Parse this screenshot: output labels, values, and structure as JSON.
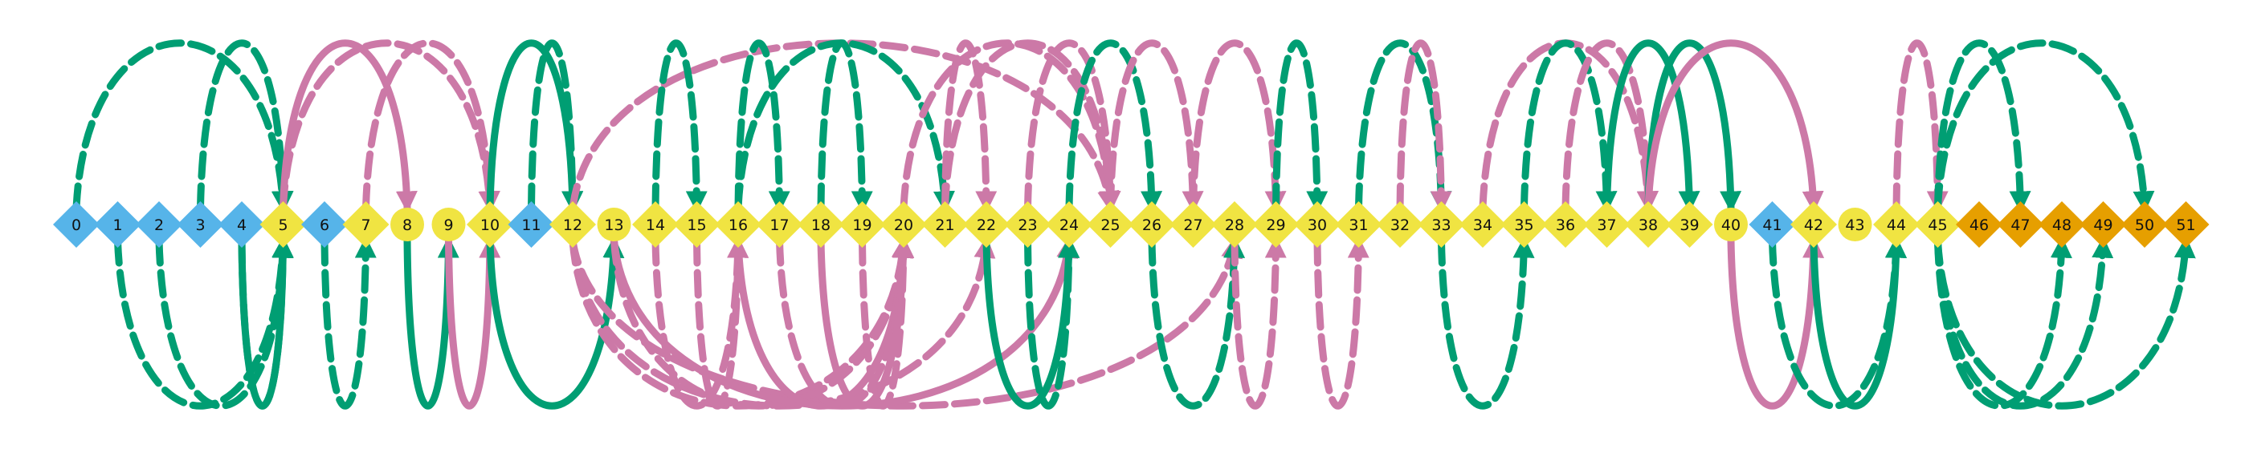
{
  "colors": {
    "input": "#56b4e9",
    "intermediate": "#f0e442",
    "output": "#e69f00",
    "green_edge": "#009e73",
    "pink_edge": "#cc79a7"
  },
  "nodes": [
    {
      "label": "0",
      "shape": "diamond",
      "kind": "input"
    },
    {
      "label": "1",
      "shape": "diamond",
      "kind": "input"
    },
    {
      "label": "2",
      "shape": "diamond",
      "kind": "input"
    },
    {
      "label": "3",
      "shape": "diamond",
      "kind": "input"
    },
    {
      "label": "4",
      "shape": "diamond",
      "kind": "input"
    },
    {
      "label": "5",
      "shape": "diamond",
      "kind": "intermediate"
    },
    {
      "label": "6",
      "shape": "diamond",
      "kind": "input"
    },
    {
      "label": "7",
      "shape": "diamond",
      "kind": "intermediate"
    },
    {
      "label": "8",
      "shape": "circle",
      "kind": "intermediate"
    },
    {
      "label": "9",
      "shape": "circle",
      "kind": "intermediate"
    },
    {
      "label": "10",
      "shape": "diamond",
      "kind": "intermediate"
    },
    {
      "label": "11",
      "shape": "diamond",
      "kind": "input"
    },
    {
      "label": "12",
      "shape": "diamond",
      "kind": "intermediate"
    },
    {
      "label": "13",
      "shape": "circle",
      "kind": "intermediate"
    },
    {
      "label": "14",
      "shape": "diamond",
      "kind": "intermediate"
    },
    {
      "label": "15",
      "shape": "diamond",
      "kind": "intermediate"
    },
    {
      "label": "16",
      "shape": "diamond",
      "kind": "intermediate"
    },
    {
      "label": "17",
      "shape": "diamond",
      "kind": "intermediate"
    },
    {
      "label": "18",
      "shape": "diamond",
      "kind": "intermediate"
    },
    {
      "label": "19",
      "shape": "diamond",
      "kind": "intermediate"
    },
    {
      "label": "20",
      "shape": "diamond",
      "kind": "intermediate"
    },
    {
      "label": "21",
      "shape": "diamond",
      "kind": "intermediate"
    },
    {
      "label": "22",
      "shape": "diamond",
      "kind": "intermediate"
    },
    {
      "label": "23",
      "shape": "diamond",
      "kind": "intermediate"
    },
    {
      "label": "24",
      "shape": "diamond",
      "kind": "intermediate"
    },
    {
      "label": "25",
      "shape": "diamond",
      "kind": "intermediate"
    },
    {
      "label": "26",
      "shape": "diamond",
      "kind": "intermediate"
    },
    {
      "label": "27",
      "shape": "diamond",
      "kind": "intermediate"
    },
    {
      "label": "28",
      "shape": "diamond",
      "kind": "intermediate"
    },
    {
      "label": "29",
      "shape": "diamond",
      "kind": "intermediate"
    },
    {
      "label": "30",
      "shape": "diamond",
      "kind": "intermediate"
    },
    {
      "label": "31",
      "shape": "diamond",
      "kind": "intermediate"
    },
    {
      "label": "32",
      "shape": "diamond",
      "kind": "intermediate"
    },
    {
      "label": "33",
      "shape": "diamond",
      "kind": "intermediate"
    },
    {
      "label": "34",
      "shape": "diamond",
      "kind": "intermediate"
    },
    {
      "label": "35",
      "shape": "diamond",
      "kind": "intermediate"
    },
    {
      "label": "36",
      "shape": "diamond",
      "kind": "intermediate"
    },
    {
      "label": "37",
      "shape": "diamond",
      "kind": "intermediate"
    },
    {
      "label": "38",
      "shape": "diamond",
      "kind": "intermediate"
    },
    {
      "label": "39",
      "shape": "diamond",
      "kind": "intermediate"
    },
    {
      "label": "40",
      "shape": "circle",
      "kind": "intermediate"
    },
    {
      "label": "41",
      "shape": "diamond",
      "kind": "input"
    },
    {
      "label": "42",
      "shape": "diamond",
      "kind": "intermediate"
    },
    {
      "label": "43",
      "shape": "circle",
      "kind": "intermediate"
    },
    {
      "label": "44",
      "shape": "diamond",
      "kind": "intermediate"
    },
    {
      "label": "45",
      "shape": "diamond",
      "kind": "intermediate"
    },
    {
      "label": "46",
      "shape": "diamond",
      "kind": "output"
    },
    {
      "label": "47",
      "shape": "diamond",
      "kind": "output"
    },
    {
      "label": "48",
      "shape": "diamond",
      "kind": "output"
    },
    {
      "label": "49",
      "shape": "diamond",
      "kind": "output"
    },
    {
      "label": "50",
      "shape": "diamond",
      "kind": "output"
    },
    {
      "label": "51",
      "shape": "diamond",
      "kind": "output"
    }
  ],
  "edges": [
    {
      "from": 0,
      "to": 5,
      "color": "green",
      "style": "dashed",
      "side": "above"
    },
    {
      "from": 1,
      "to": 5,
      "color": "green",
      "style": "dashed",
      "side": "below"
    },
    {
      "from": 2,
      "to": 5,
      "color": "green",
      "style": "dashed",
      "side": "below"
    },
    {
      "from": 3,
      "to": 5,
      "color": "green",
      "style": "dashed",
      "side": "above"
    },
    {
      "from": 4,
      "to": 5,
      "color": "green",
      "style": "dashed",
      "side": "below"
    },
    {
      "from": 4,
      "to": 5,
      "color": "green",
      "style": "solid",
      "side": "below"
    },
    {
      "from": 5,
      "to": 8,
      "color": "pink",
      "style": "solid",
      "side": "above"
    },
    {
      "from": 5,
      "to": 10,
      "color": "pink",
      "style": "dashed",
      "side": "above"
    },
    {
      "from": 6,
      "to": 7,
      "color": "green",
      "style": "dashed",
      "side": "below"
    },
    {
      "from": 7,
      "to": 10,
      "color": "pink",
      "style": "dashed",
      "side": "above"
    },
    {
      "from": 8,
      "to": 9,
      "color": "green",
      "style": "solid",
      "side": "below"
    },
    {
      "from": 9,
      "to": 10,
      "color": "pink",
      "style": "solid",
      "side": "below"
    },
    {
      "from": 10,
      "to": 12,
      "color": "green",
      "style": "solid",
      "side": "above"
    },
    {
      "from": 10,
      "to": 13,
      "color": "green",
      "style": "solid",
      "side": "below"
    },
    {
      "from": 11,
      "to": 12,
      "color": "green",
      "style": "dashed",
      "side": "above"
    },
    {
      "from": 12,
      "to": 20,
      "color": "pink",
      "style": "dashed",
      "side": "below"
    },
    {
      "from": 12,
      "to": 22,
      "color": "pink",
      "style": "dashed",
      "side": "below"
    },
    {
      "from": 12,
      "to": 25,
      "color": "pink",
      "style": "dashed",
      "side": "above"
    },
    {
      "from": 12,
      "to": 28,
      "color": "pink",
      "style": "dashed",
      "side": "below"
    },
    {
      "from": 13,
      "to": 20,
      "color": "pink",
      "style": "dashed",
      "side": "below"
    },
    {
      "from": 13,
      "to": 24,
      "color": "pink",
      "style": "solid",
      "side": "below"
    },
    {
      "from": 14,
      "to": 16,
      "color": "pink",
      "style": "dashed",
      "side": "below"
    },
    {
      "from": 14,
      "to": 15,
      "color": "green",
      "style": "dashed",
      "side": "above"
    },
    {
      "from": 15,
      "to": 16,
      "color": "pink",
      "style": "dashed",
      "side": "below"
    },
    {
      "from": 16,
      "to": 21,
      "color": "green",
      "style": "dashed",
      "side": "above"
    },
    {
      "from": 16,
      "to": 17,
      "color": "green",
      "style": "dashed",
      "side": "above"
    },
    {
      "from": 16,
      "to": 20,
      "color": "pink",
      "style": "solid",
      "side": "below"
    },
    {
      "from": 17,
      "to": 20,
      "color": "pink",
      "style": "dashed",
      "side": "below"
    },
    {
      "from": 18,
      "to": 19,
      "color": "green",
      "style": "dashed",
      "side": "above"
    },
    {
      "from": 18,
      "to": 20,
      "color": "pink",
      "style": "solid",
      "side": "below"
    },
    {
      "from": 19,
      "to": 20,
      "color": "pink",
      "style": "dashed",
      "side": "below"
    },
    {
      "from": 20,
      "to": 25,
      "color": "pink",
      "style": "dashed",
      "side": "above"
    },
    {
      "from": 21,
      "to": 22,
      "color": "pink",
      "style": "dashed",
      "side": "above"
    },
    {
      "from": 21,
      "to": 25,
      "color": "pink",
      "style": "dashed",
      "side": "above"
    },
    {
      "from": 22,
      "to": 24,
      "color": "green",
      "style": "solid",
      "side": "below"
    },
    {
      "from": 23,
      "to": 24,
      "color": "green",
      "style": "dashed",
      "side": "below"
    },
    {
      "from": 23,
      "to": 25,
      "color": "pink",
      "style": "dashed",
      "side": "above"
    },
    {
      "from": 24,
      "to": 26,
      "color": "green",
      "style": "dashed",
      "side": "above"
    },
    {
      "from": 25,
      "to": 27,
      "color": "pink",
      "style": "dashed",
      "side": "above"
    },
    {
      "from": 26,
      "to": 28,
      "color": "green",
      "style": "dashed",
      "side": "below"
    },
    {
      "from": 27,
      "to": 29,
      "color": "pink",
      "style": "dashed",
      "side": "above"
    },
    {
      "from": 28,
      "to": 29,
      "color": "pink",
      "style": "dashed",
      "side": "below"
    },
    {
      "from": 29,
      "to": 30,
      "color": "green",
      "style": "dashed",
      "side": "above"
    },
    {
      "from": 30,
      "to": 31,
      "color": "pink",
      "style": "dashed",
      "side": "below"
    },
    {
      "from": 31,
      "to": 33,
      "color": "green",
      "style": "dashed",
      "side": "above"
    },
    {
      "from": 32,
      "to": 33,
      "color": "pink",
      "style": "dashed",
      "side": "above"
    },
    {
      "from": 33,
      "to": 35,
      "color": "green",
      "style": "dashed",
      "side": "below"
    },
    {
      "from": 34,
      "to": 38,
      "color": "pink",
      "style": "dashed",
      "side": "above"
    },
    {
      "from": 35,
      "to": 37,
      "color": "green",
      "style": "dashed",
      "side": "above"
    },
    {
      "from": 36,
      "to": 38,
      "color": "pink",
      "style": "dashed",
      "side": "above"
    },
    {
      "from": 37,
      "to": 39,
      "color": "green",
      "style": "solid",
      "side": "above"
    },
    {
      "from": 38,
      "to": 40,
      "color": "green",
      "style": "solid",
      "side": "above"
    },
    {
      "from": 38,
      "to": 42,
      "color": "pink",
      "style": "solid",
      "side": "above"
    },
    {
      "from": 40,
      "to": 42,
      "color": "pink",
      "style": "solid",
      "side": "below"
    },
    {
      "from": 41,
      "to": 44,
      "color": "green",
      "style": "dashed",
      "side": "below"
    },
    {
      "from": 42,
      "to": 44,
      "color": "green",
      "style": "solid",
      "side": "below"
    },
    {
      "from": 44,
      "to": 45,
      "color": "pink",
      "style": "dashed",
      "side": "above"
    },
    {
      "from": 45,
      "to": 47,
      "color": "green",
      "style": "dashed",
      "side": "above"
    },
    {
      "from": 45,
      "to": 50,
      "color": "green",
      "style": "dashed",
      "side": "above"
    },
    {
      "from": 45,
      "to": 48,
      "color": "green",
      "style": "dashed",
      "side": "below"
    },
    {
      "from": 45,
      "to": 49,
      "color": "green",
      "style": "dashed",
      "side": "below"
    },
    {
      "from": 45,
      "to": 51,
      "color": "green",
      "style": "dashed",
      "side": "below"
    }
  ]
}
